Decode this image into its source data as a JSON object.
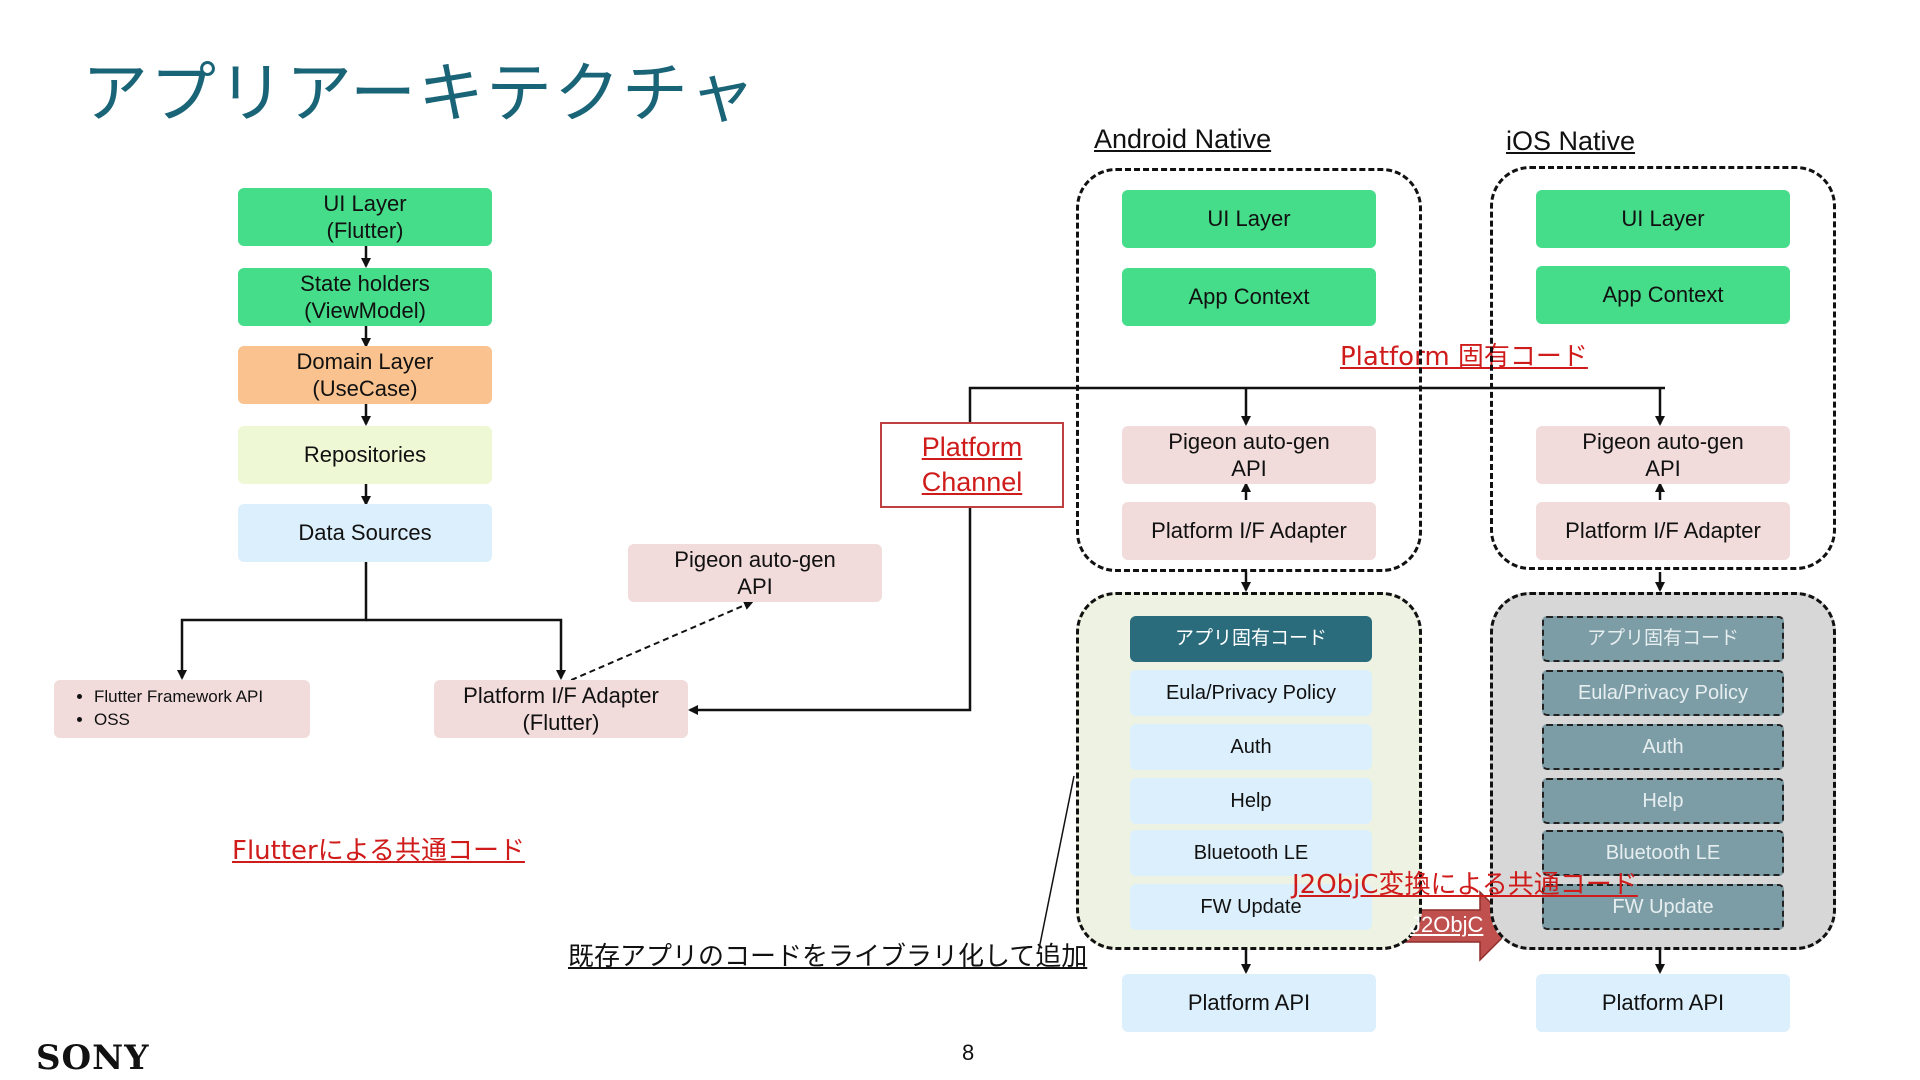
{
  "title": "アプリアーキテクチャ",
  "left": {
    "ui_layer": "UI Layer\n(Flutter)",
    "state_holders": "State holders\n(ViewModel)",
    "domain_layer": "Domain Layer\n(UseCase)",
    "repositories": "Repositories",
    "data_sources": "Data Sources",
    "framework_items": [
      "Flutter Framework API",
      "OSS"
    ],
    "adapter": "Platform I/F Adapter\n(Flutter)",
    "pigeon": "Pigeon auto-gen\nAPI",
    "common_code_label": "Flutterによる共通コード"
  },
  "platform_channel": "Platform\nChannel",
  "platform_specific_label": "Platform 固有コード",
  "android": {
    "heading": "Android Native",
    "ui_layer": "UI Layer",
    "app_context": "App Context",
    "pigeon": "Pigeon auto-gen\nAPI",
    "adapter": "Platform I/F Adapter",
    "library": [
      "アプリ固有コード",
      "Eula/Privacy Policy",
      "Auth",
      "Help",
      "Bluetooth LE",
      "FW Update"
    ],
    "platform_api": "Platform API"
  },
  "ios": {
    "heading": "iOS Native",
    "ui_layer": "UI Layer",
    "app_context": "App Context",
    "pigeon": "Pigeon auto-gen\nAPI",
    "adapter": "Platform I/F Adapter",
    "library": [
      "アプリ固有コード",
      "Eula/Privacy Policy",
      "Auth",
      "Help",
      "Bluetooth LE",
      "FW Update"
    ],
    "platform_api": "Platform API"
  },
  "j2objc_label": "J2ObjC変換による共通コード",
  "j2objc_arrow": "J2ObjC",
  "library_note": "既存アプリのコードをライブラリ化して追加",
  "logo": "SONY",
  "page_number": "8",
  "colors": {
    "title": "#1a6478",
    "green": "#45dc8a",
    "orange": "#f9c28f",
    "red_text": "#d01b1b",
    "arrow_fill": "#c0504d"
  }
}
